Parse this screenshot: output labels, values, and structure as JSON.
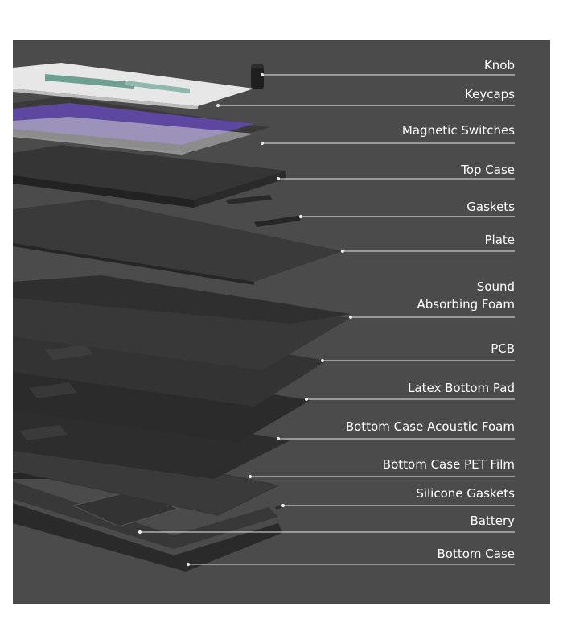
{
  "panel": {
    "background": "#4b4b4b",
    "line_color": "#e8e8e8"
  },
  "labels": {
    "knob": "Knob",
    "keycaps": "Keycaps",
    "magnetic_switches": "Magnetic Switches",
    "top_case": "Top Case",
    "gaskets": "Gaskets",
    "plate": "Plate",
    "sound_foam_line1": "Sound",
    "sound_foam_line2": "Absorbing Foam",
    "pcb": "PCB",
    "latex_bottom_pad": "Latex Bottom Pad",
    "bottom_case_acoustic_foam": "Bottom Case Acoustic Foam",
    "bottom_case_pet_film": "Bottom Case PET Film",
    "silicone_gaskets": "Silicone Gaskets",
    "battery": "Battery",
    "bottom_case": "Bottom Case"
  }
}
